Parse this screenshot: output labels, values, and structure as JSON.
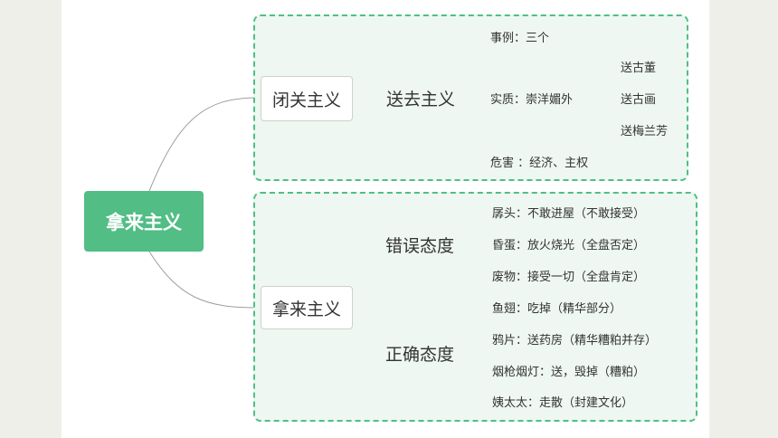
{
  "root": "拿来主义",
  "branches": [
    {
      "label": "闭关主义",
      "children": [
        {
          "label": "送去主义",
          "items": [
            {
              "text": "事例：三个"
            },
            {
              "text": "实质：崇洋媚外",
              "children": [
                "送古董",
                "送古画",
                "送梅兰芳"
              ]
            },
            {
              "text": "危害  ：经济、主权"
            }
          ]
        }
      ]
    },
    {
      "label": "拿来主义",
      "children": [
        {
          "label": "错误态度",
          "items": [
            {
              "text": "孱头：不敢进屋（不敢接受）"
            },
            {
              "text": "昏蛋：放火烧光（全盘否定）"
            },
            {
              "text": "废物：接受一切（全盘肯定）"
            }
          ]
        },
        {
          "label": "正确态度",
          "items": [
            {
              "text": "鱼翅：吃掉（精华部分）"
            },
            {
              "text": "鸦片：送药房（精华糟粕并存）"
            },
            {
              "text": "烟枪烟灯：送，毁掉（糟粕）"
            },
            {
              "text": "姨太太：走散（封建文化）"
            }
          ]
        }
      ]
    }
  ],
  "colors": {
    "root_fill": "#52bd85",
    "group_border": "#4fbf86",
    "group_fill": "#eef7f1",
    "connector": "#9e9e9e"
  }
}
